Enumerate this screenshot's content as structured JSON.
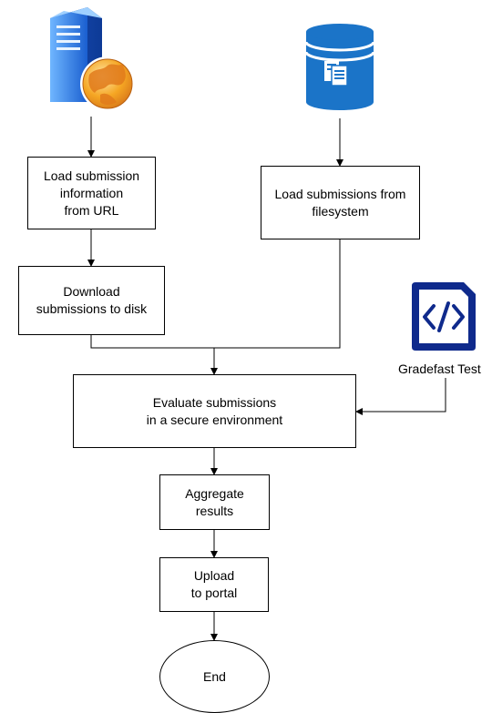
{
  "nodes": {
    "load_url": "Load submission\ninformation\nfrom URL",
    "load_fs": "Load submissions from\nfilesystem",
    "download": "Download\nsubmissions to disk",
    "evaluate": "Evaluate submissions\nin a secure environment",
    "aggregate": "Aggregate\nresults",
    "upload": "Upload\nto portal",
    "end": "End"
  },
  "captions": {
    "test_file": "Gradefast Test"
  },
  "icons": {
    "web_server": "server-globe-icon",
    "database": "database-document-icon",
    "code_file": "code-file-icon"
  },
  "colors": {
    "db_blue": "#1b74c8",
    "code_blue": "#0f2a8c",
    "server_blue": "#1a6fe0",
    "globe_orange": "#f0a13c"
  }
}
